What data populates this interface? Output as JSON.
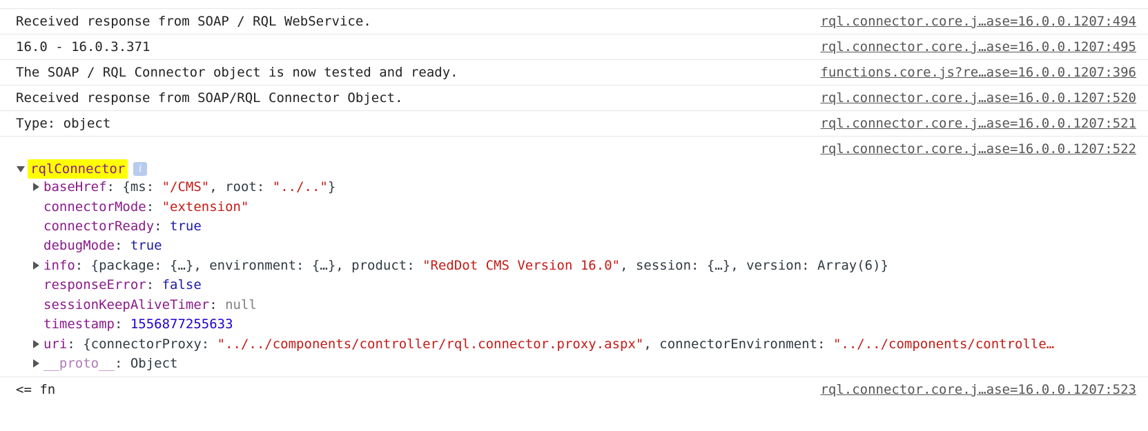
{
  "messages": [
    {
      "text": "Received response from SOAP / RQL WebService.",
      "source": "rql.connector.core.j…ase=16.0.0.1207:494"
    },
    {
      "text": "16.0 - 16.0.3.371",
      "source": "rql.connector.core.j…ase=16.0.0.1207:495"
    },
    {
      "text": "The SOAP / RQL Connector object is now tested and ready.",
      "source": "functions.core.js?re…ase=16.0.0.1207:396"
    },
    {
      "text": "Received response from SOAP/RQL Connector Object.",
      "source": "rql.connector.core.j…ase=16.0.0.1207:520"
    },
    {
      "text": "Type: object",
      "source": "rql.connector.core.j…ase=16.0.0.1207:521"
    }
  ],
  "object_group": {
    "source": "rql.connector.core.j…ase=16.0.0.1207:522",
    "name": "rqlConnector",
    "info_icon": "info-icon",
    "props": {
      "baseHref": {
        "key": "baseHref",
        "sep": ": {ms: ",
        "ms": "\"/CMS\"",
        "mid": ", root: ",
        "root": "\"../..\"",
        "end": "}"
      },
      "connectorMode": {
        "key": "connectorMode",
        "sep": ": ",
        "value": "\"extension\""
      },
      "connectorReady": {
        "key": "connectorReady",
        "sep": ": ",
        "value": "true"
      },
      "debugMode": {
        "key": "debugMode",
        "sep": ": ",
        "value": "true"
      },
      "info": {
        "key": "info",
        "sep": ": {package: {…}, environment: {…}, product: ",
        "product": "\"RedDot CMS Version 16.0\"",
        "end": ", session: {…}, version: Array(6)}"
      },
      "responseError": {
        "key": "responseError",
        "sep": ": ",
        "value": "false"
      },
      "sessionKeepAliveTimer": {
        "key": "sessionKeepAliveTimer",
        "sep": ": ",
        "value": "null"
      },
      "timestamp": {
        "key": "timestamp",
        "sep": ": ",
        "value": "1556877255633"
      },
      "uri": {
        "key": "uri",
        "sep": ": {connectorProxy: ",
        "proxy": "\"../../components/controller/rql.connector.proxy.aspx\"",
        "mid": ", connectorEnvironment: ",
        "env": "\"../../components/controlle…"
      },
      "proto": {
        "key": "__proto__",
        "sep": ": ",
        "value": "Object"
      }
    }
  },
  "result": {
    "text": "<= fn",
    "source": "rql.connector.core.j…ase=16.0.0.1207:523"
  }
}
